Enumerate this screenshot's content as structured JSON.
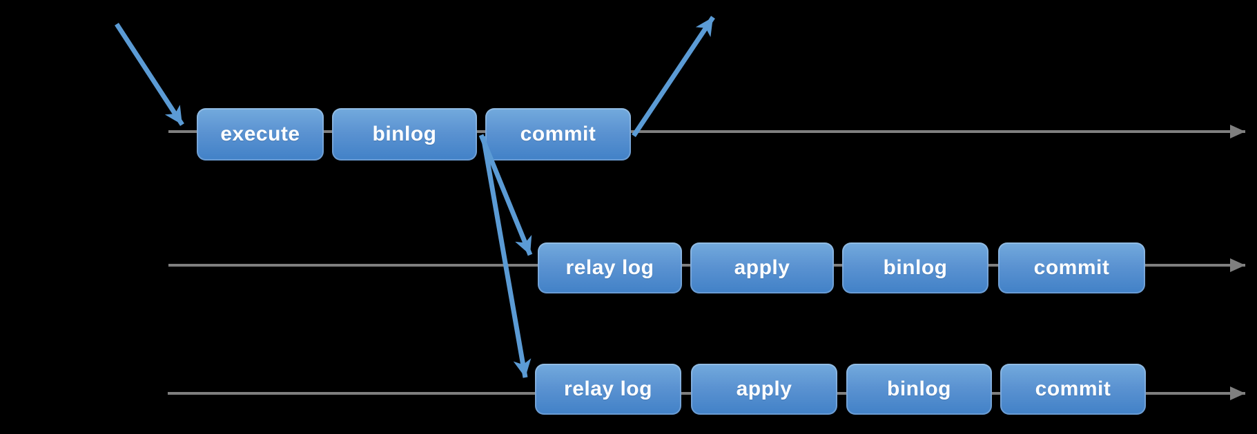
{
  "diagram_type": "replication-pipeline-timelines",
  "colors": {
    "background": "#000000",
    "timeline": "#7f7f7f",
    "arrow_blue": "#5b9bd5",
    "box_gradient_top": "#73aadd",
    "box_gradient_bottom": "#4181c7",
    "box_text": "#ffffff"
  },
  "rows": [
    {
      "name": "primary-timeline",
      "boxes": [
        {
          "label": "execute"
        },
        {
          "label": "binlog"
        },
        {
          "label": "commit"
        }
      ]
    },
    {
      "name": "replica-1-timeline",
      "boxes": [
        {
          "label": "relay log"
        },
        {
          "label": "apply"
        },
        {
          "label": "binlog"
        },
        {
          "label": "commit"
        }
      ]
    },
    {
      "name": "replica-2-timeline",
      "boxes": [
        {
          "label": "relay log"
        },
        {
          "label": "apply"
        },
        {
          "label": "binlog"
        },
        {
          "label": "commit"
        }
      ]
    }
  ],
  "arrows": [
    {
      "name": "incoming-request-arrow",
      "direction": "down-right-into-primary-timeline"
    },
    {
      "name": "commit-return-arrow",
      "direction": "up-right-out-of-commit"
    },
    {
      "name": "binlog-to-replica-1-arrow",
      "direction": "down-to-replica-1-relay-log"
    },
    {
      "name": "binlog-to-replica-2-arrow",
      "direction": "down-to-replica-2-relay-log"
    }
  ]
}
